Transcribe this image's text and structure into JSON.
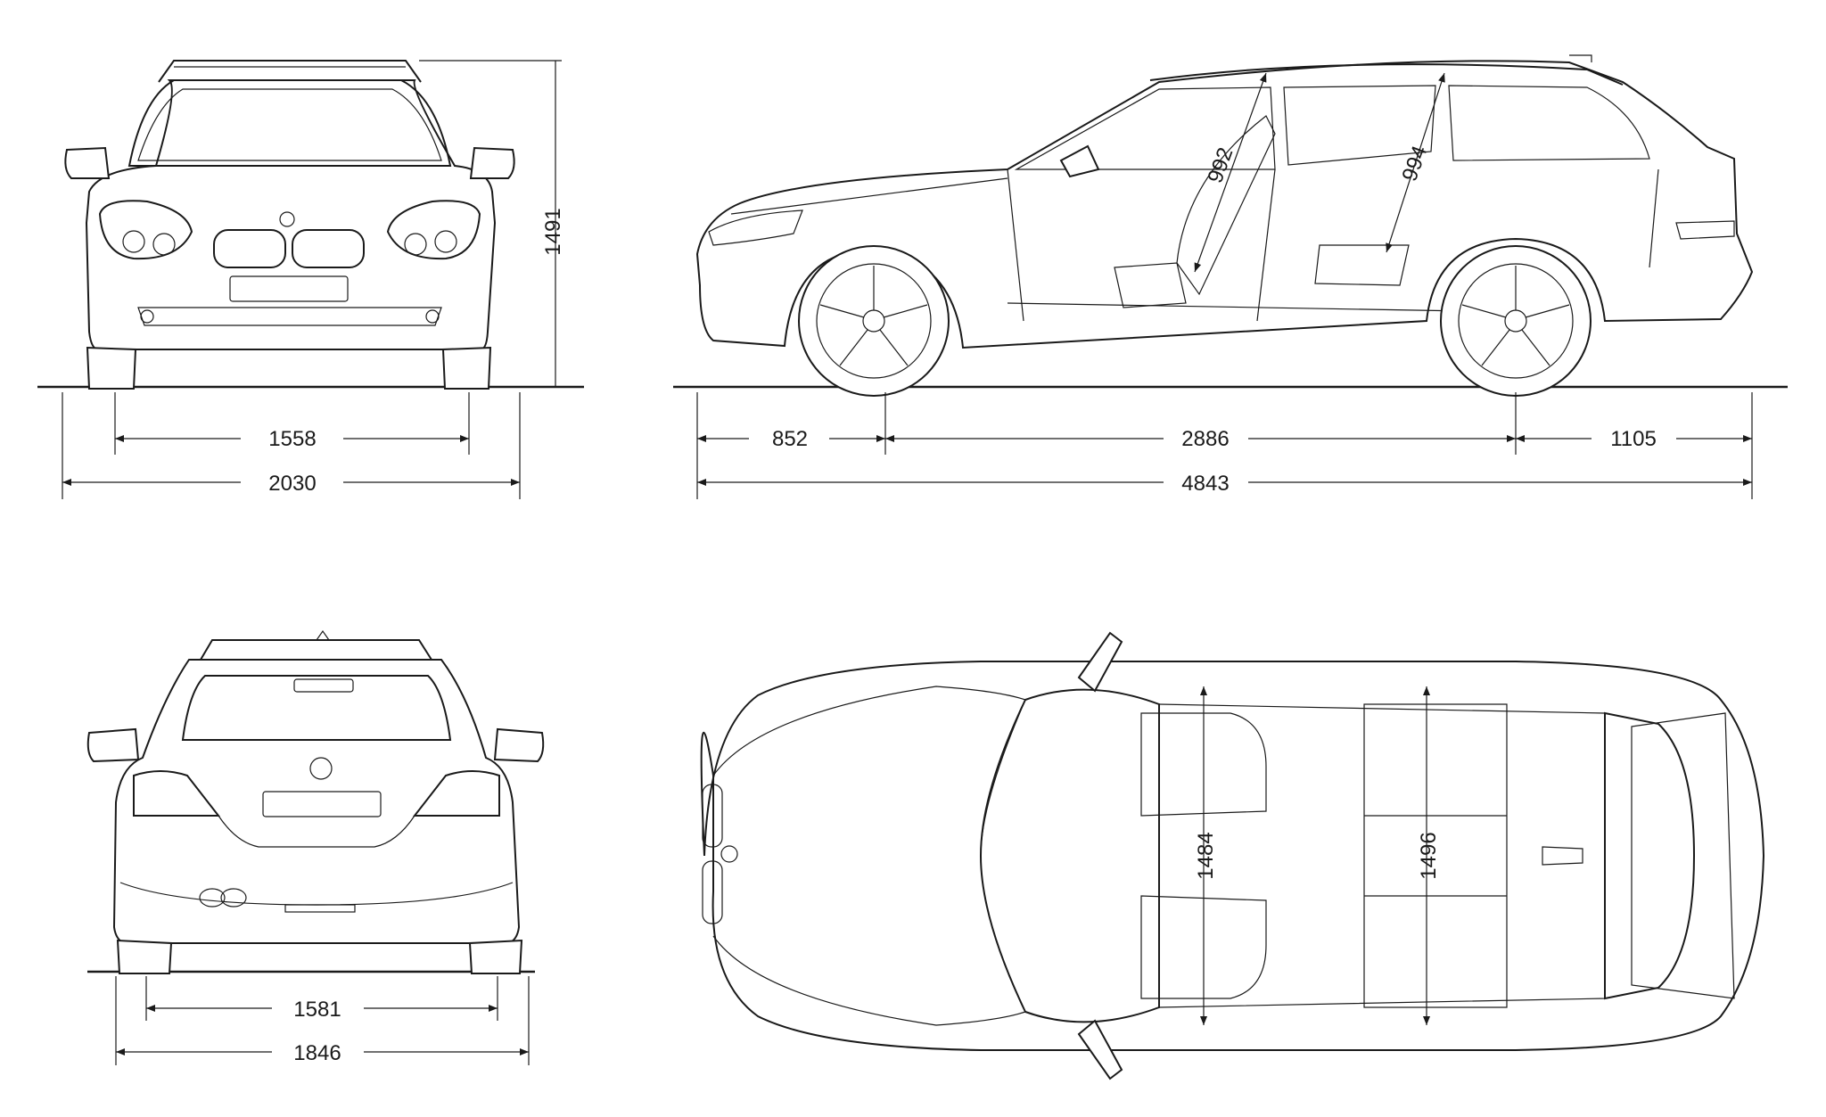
{
  "front_view": {
    "track_front": "1558",
    "width_with_mirrors": "2030",
    "height": "1491"
  },
  "side_view": {
    "front_overhang": "852",
    "wheelbase": "2886",
    "rear_overhang": "1105",
    "length": "4843",
    "front_headroom": "992",
    "rear_headroom": "994"
  },
  "rear_view": {
    "track_rear": "1581",
    "width": "1846"
  },
  "top_view": {
    "front_interior_width": "1484",
    "rear_interior_width": "1496"
  }
}
